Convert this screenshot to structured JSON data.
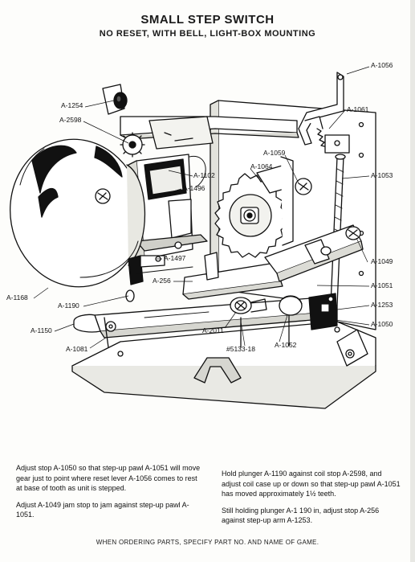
{
  "title": "SMALL STEP SWITCH",
  "subtitle": "NO RESET, WITH BELL, LIGHT-BOX MOUNTING",
  "labels": {
    "a1056": "A-1056",
    "a1254": "A-1254",
    "a1061": "A-1061",
    "a2598": "A-2598",
    "a1059": "A-1059",
    "a1064": "A-1064",
    "a1102": "A-1102",
    "a1053": "A-1053",
    "a1496": "A-1496",
    "a1497": "A-1497",
    "a1049": "A-1049",
    "a256": "A-256",
    "a1051": "A-1051",
    "a1168": "A-1168",
    "a1190": "A-1190",
    "a1253": "A-1253",
    "a1150": "A-1150",
    "a2011": "A-2011",
    "a1050": "A-1050",
    "a1052": "A-1052",
    "a1081": "A-1081",
    "n5133": "#5133-18"
  },
  "instructions": {
    "p1": "Adjust stop A-1050 so that step-up pawl A-1051 will move gear just to point where reset lever A-1056 comes to rest at base of tooth as unit is stepped.",
    "p2": "Adjust A-1049 jam stop to jam against step-up pawl A-1051.",
    "p3": "Hold plunger A-1190 against coil stop A-2598, and adjust coil case up or down so that step-up pawl A-1051 has moved approximately 1½ teeth.",
    "p4": "Still holding plunger A-1 190 in, adjust stop A-256 against step-up arm A-1253."
  },
  "footer": "WHEN ORDERING PARTS, SPECIFY PART NO. AND NAME OF GAME."
}
